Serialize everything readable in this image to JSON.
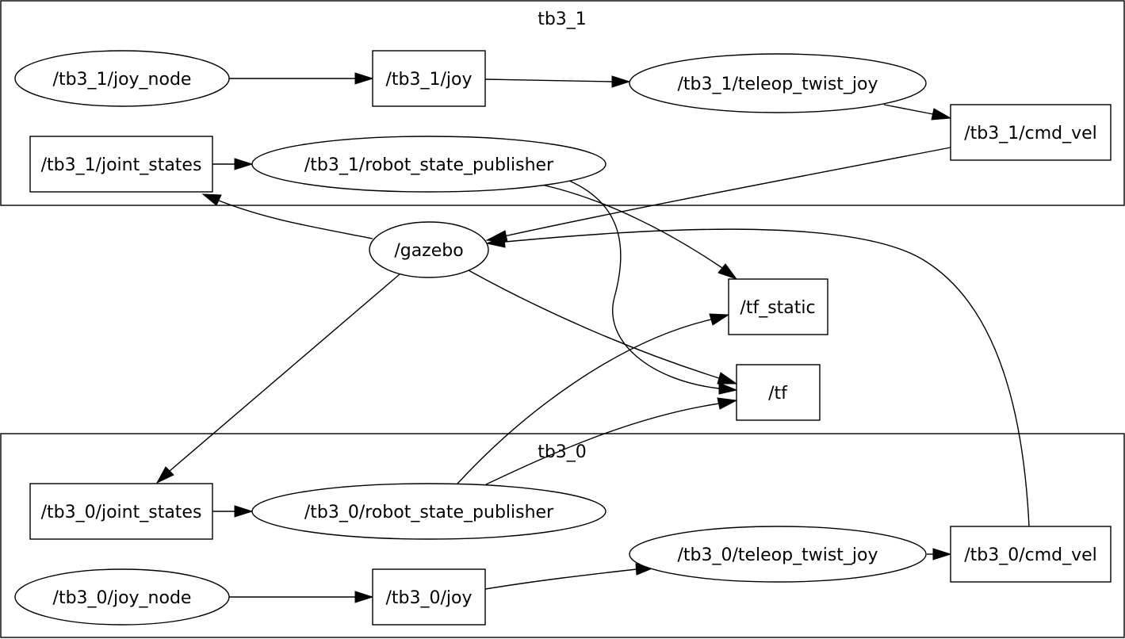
{
  "clusters": {
    "tb3_1": {
      "label": "tb3_1"
    },
    "tb3_0": {
      "label": "tb3_0"
    }
  },
  "nodes": {
    "tb3_1_joy_node": {
      "label": "/tb3_1/joy_node",
      "kind": "node"
    },
    "tb3_1_joy": {
      "label": "/tb3_1/joy",
      "kind": "topic"
    },
    "tb3_1_teleop": {
      "label": "/tb3_1/teleop_twist_joy",
      "kind": "node"
    },
    "tb3_1_cmd_vel": {
      "label": "/tb3_1/cmd_vel",
      "kind": "topic"
    },
    "tb3_1_joint_states": {
      "label": "/tb3_1/joint_states",
      "kind": "topic"
    },
    "tb3_1_rsp": {
      "label": "/tb3_1/robot_state_publisher",
      "kind": "node"
    },
    "gazebo": {
      "label": "/gazebo",
      "kind": "node"
    },
    "tf_static": {
      "label": "/tf_static",
      "kind": "topic"
    },
    "tf": {
      "label": "/tf",
      "kind": "topic"
    },
    "tb3_0_joint_states": {
      "label": "/tb3_0/joint_states",
      "kind": "topic"
    },
    "tb3_0_rsp": {
      "label": "/tb3_0/robot_state_publisher",
      "kind": "node"
    },
    "tb3_0_teleop": {
      "label": "/tb3_0/teleop_twist_joy",
      "kind": "node"
    },
    "tb3_0_cmd_vel": {
      "label": "/tb3_0/cmd_vel",
      "kind": "topic"
    },
    "tb3_0_joy_node": {
      "label": "/tb3_0/joy_node",
      "kind": "node"
    },
    "tb3_0_joy": {
      "label": "/tb3_0/joy",
      "kind": "topic"
    }
  },
  "edges": [
    {
      "from": "tb3_1_joy_node",
      "to": "tb3_1_joy"
    },
    {
      "from": "tb3_1_joy",
      "to": "tb3_1_teleop"
    },
    {
      "from": "tb3_1_teleop",
      "to": "tb3_1_cmd_vel"
    },
    {
      "from": "tb3_1_joint_states",
      "to": "tb3_1_rsp"
    },
    {
      "from": "tb3_1_cmd_vel",
      "to": "gazebo"
    },
    {
      "from": "gazebo",
      "to": "tb3_1_joint_states"
    },
    {
      "from": "tb3_1_rsp",
      "to": "tf_static"
    },
    {
      "from": "tb3_1_rsp",
      "to": "tf"
    },
    {
      "from": "gazebo",
      "to": "tf"
    },
    {
      "from": "gazebo",
      "to": "tb3_0_joint_states"
    },
    {
      "from": "tb3_0_rsp",
      "to": "tf_static"
    },
    {
      "from": "tb3_0_rsp",
      "to": "tf"
    },
    {
      "from": "tb3_0_joint_states",
      "to": "tb3_0_rsp"
    },
    {
      "from": "tb3_0_cmd_vel",
      "to": "gazebo"
    },
    {
      "from": "tb3_0_teleop",
      "to": "tb3_0_cmd_vel"
    },
    {
      "from": "tb3_0_joy_node",
      "to": "tb3_0_joy"
    },
    {
      "from": "tb3_0_joy",
      "to": "tb3_0_teleop"
    }
  ]
}
